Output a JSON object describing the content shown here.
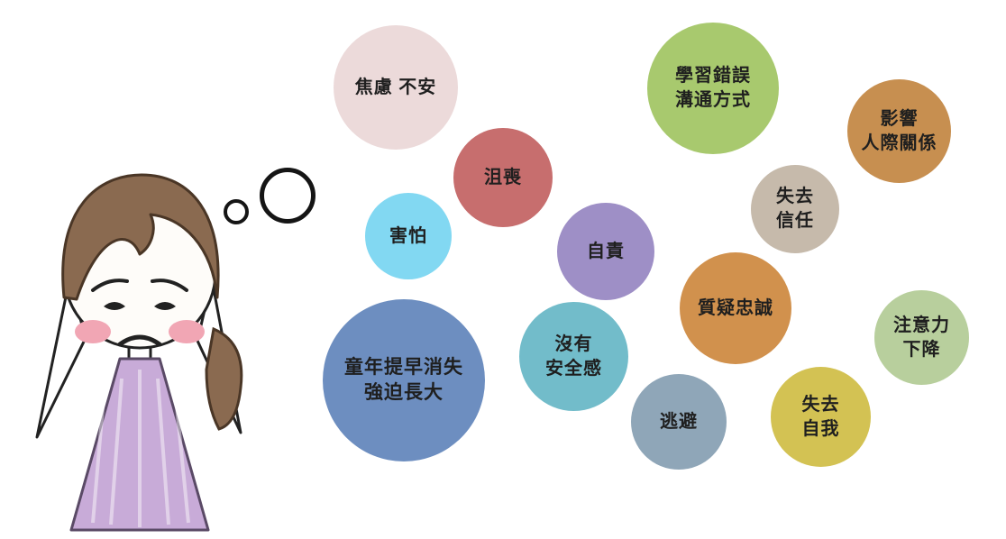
{
  "diagram": {
    "theme": "sad-girl-thought-bubbles",
    "background": "#ffffff"
  },
  "illustration": {
    "name": "sad-girl-drawing",
    "hair_color": "#8a6a50",
    "dress_color": "#c8abd8",
    "blush_color": "#f1a6b4",
    "outline_color": "#222222"
  },
  "bubbles": [
    {
      "id": "anxiety",
      "label": "焦慮 不安",
      "color": "#ecdada"
    },
    {
      "id": "depressed",
      "label": "沮喪",
      "color": "#c76e6e"
    },
    {
      "id": "fear",
      "label": "害怕",
      "color": "#82d8f2"
    },
    {
      "id": "self-blame",
      "label": "自責",
      "color": "#9e8fc6"
    },
    {
      "id": "wrong-communication",
      "label": "學習錯誤\n溝通方式",
      "color": "#a8c96e"
    },
    {
      "id": "lose-trust",
      "label": "失去\n信任",
      "color": "#c6baab"
    },
    {
      "id": "affect-relationships",
      "label": "影響\n人際關係",
      "color": "#c78f50"
    },
    {
      "id": "question-loyalty",
      "label": "質疑忠誠",
      "color": "#d1914d"
    },
    {
      "id": "attention-decline",
      "label": "注意力\n下降",
      "color": "#b8cf9d"
    },
    {
      "id": "childhood-lost",
      "label": "童年提早消失\n強迫長大",
      "color": "#6d8ec0"
    },
    {
      "id": "insecure",
      "label": "沒有\n安全感",
      "color": "#72bcca"
    },
    {
      "id": "escape",
      "label": "逃避",
      "color": "#8fa6b8"
    },
    {
      "id": "lose-self",
      "label": "失去\n自我",
      "color": "#d3c253"
    }
  ]
}
